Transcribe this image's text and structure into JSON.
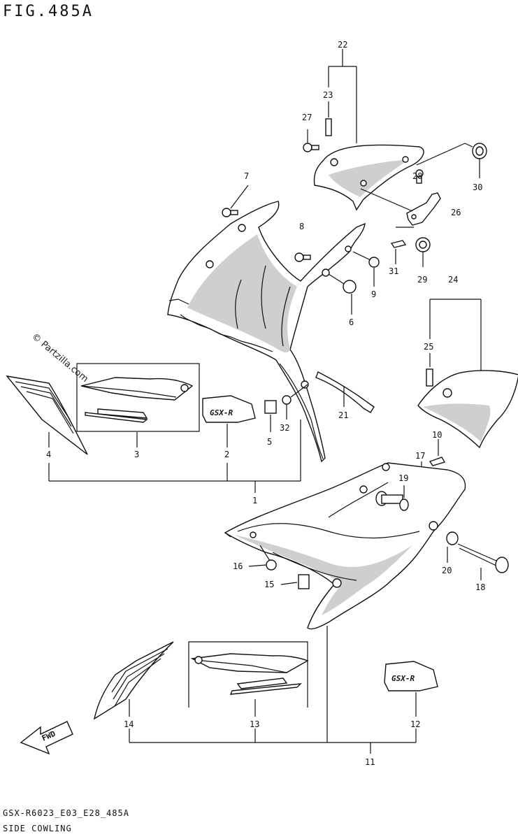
{
  "title": "FIG.485A",
  "footer": {
    "code": "GSX-R6023_E03_E28_485A",
    "name": "SIDE COWLING"
  },
  "watermark": "© Partzilla.com",
  "decal_text": "GSX-R",
  "fwd_label": "FWD",
  "callouts": {
    "c1": "1",
    "c2": "2",
    "c3": "3",
    "c4": "4",
    "c5": "5",
    "c6": "6",
    "c7": "7",
    "c8": "8",
    "c9": "9",
    "c10": "10",
    "c11": "11",
    "c12": "12",
    "c13": "13",
    "c14": "14",
    "c15": "15",
    "c16": "16",
    "c17": "17",
    "c18": "18",
    "c19": "19",
    "c20": "20",
    "c21": "21",
    "c22": "22",
    "c23": "23",
    "c24": "24",
    "c25": "25",
    "c26": "26",
    "c27": "27",
    "c28": "28",
    "c29": "29",
    "c30": "30",
    "c31": "31",
    "c32": "32"
  }
}
